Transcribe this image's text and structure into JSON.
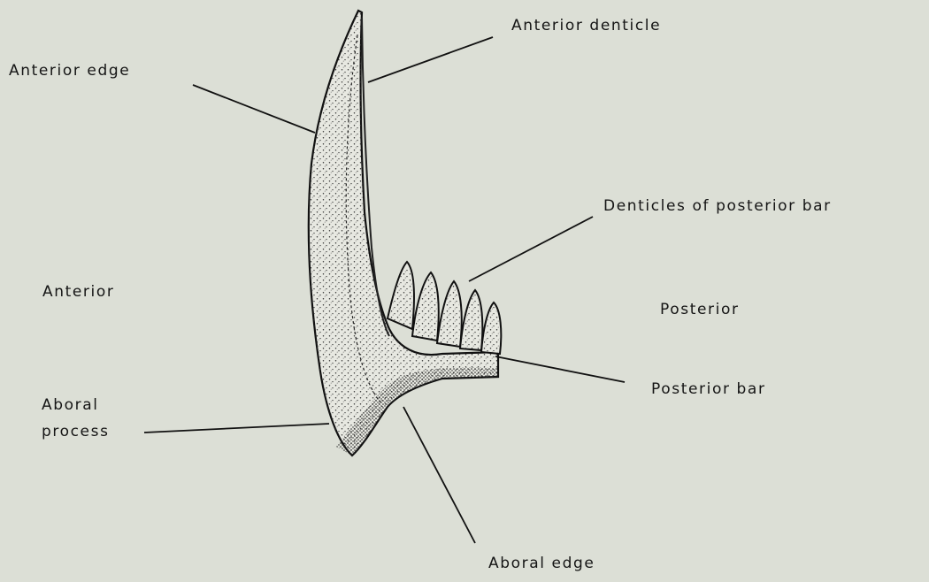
{
  "labels": {
    "anterior_denticle": "Anterior denticle",
    "anterior_edge": "Anterior edge",
    "denticles_posterior_bar": "Denticles of posterior bar",
    "anterior": "Anterior",
    "posterior": "Posterior",
    "posterior_bar": "Posterior bar",
    "aboral_process_line1": "Aboral",
    "aboral_process_line2": "process",
    "aboral_edge": "Aboral edge"
  },
  "colors": {
    "background": "#dcdfd6",
    "ink": "#151515"
  }
}
